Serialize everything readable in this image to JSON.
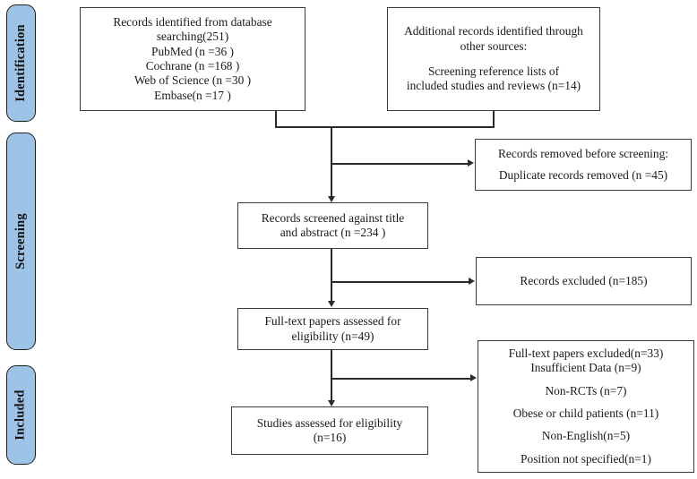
{
  "diagram": {
    "title": "PRISMA study selection flow diagram",
    "accent_color": "#9dc3e6",
    "box_border_color": "#3a3a3a",
    "connector_color": "#2b2b2b"
  },
  "stages": [
    {
      "id": "identification",
      "label": "Identification"
    },
    {
      "id": "screening",
      "label": "Screening"
    },
    {
      "id": "included",
      "label": "Included"
    }
  ],
  "boxes": {
    "database_records": {
      "lines": [
        "Records identified from database",
        "searching(251)",
        "PubMed (n =36 )",
        "Cochrane (n =168 )",
        "Web of  Science (n =30 )",
        "Embase(n =17 )"
      ]
    },
    "other_sources": {
      "lines": [
        "Additional records identified through",
        "other sources:",
        "",
        "Screening reference lists of",
        "included studies and reviews (n=14)"
      ]
    },
    "duplicates_removed": {
      "lines": [
        "Records removed before screening:",
        "Duplicate records removed (n =45)"
      ]
    },
    "records_screened": {
      "lines": [
        "Records screened against title",
        "and abstract (n =234 )"
      ]
    },
    "records_excluded": {
      "lines": [
        "Records excluded (n=185)"
      ]
    },
    "fulltext_assessed": {
      "lines": [
        "Full-text papers assessed for",
        "eligibility  (n=49)"
      ]
    },
    "fulltext_excluded": {
      "lines": [
        "Full-text papers excluded(n=33)",
        "Insufficient Data (n=9)",
        "Non-RCTs (n=7)",
        "Obese or child patients (n=11)",
        "Non-English(n=5)",
        "Position not specified(n=1)"
      ]
    },
    "studies_included": {
      "lines": [
        "Studies assessed for eligibility",
        "(n=16)"
      ]
    }
  }
}
